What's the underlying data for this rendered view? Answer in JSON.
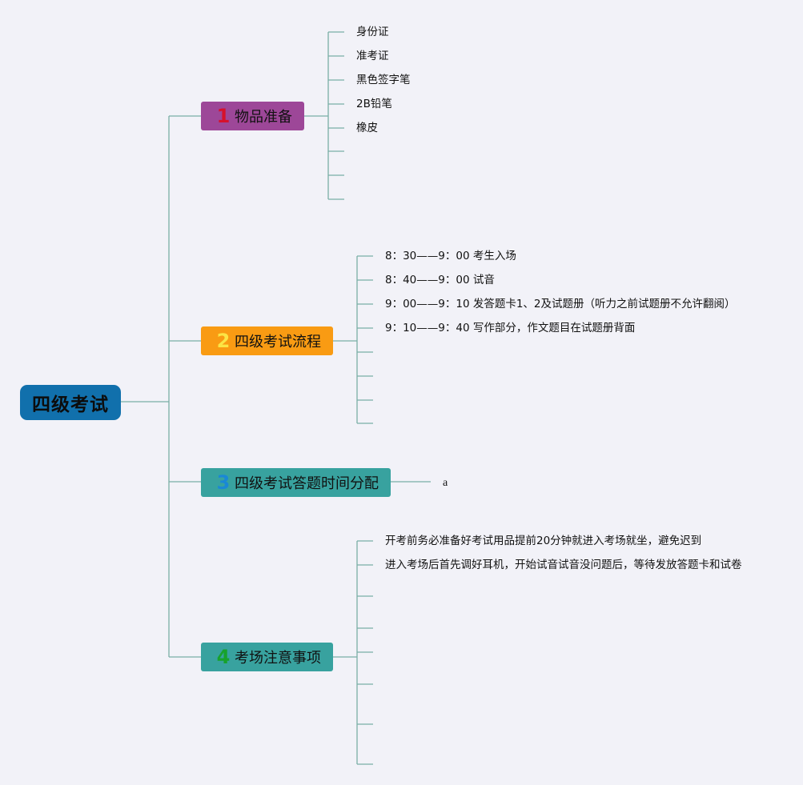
{
  "root": {
    "label": "四级考试"
  },
  "topics": [
    {
      "num": "1",
      "label": "物品准备",
      "children": [
        "身份证",
        "准考证",
        "黑色签字笔",
        "2B铅笔",
        "橡皮"
      ]
    },
    {
      "num": "2",
      "label": "四级考试流程",
      "children": [
        "8：30——9：00 考生入场",
        "8：40——9：00 试音",
        "9：00——9：10 发答题卡1、2及试题册（听力之前试题册不允许翻阅）",
        "9：10——9：40 写作部分，作文题目在试题册背面"
      ]
    },
    {
      "num": "3",
      "label": "四级考试答题时间分配",
      "children": [
        "a"
      ]
    },
    {
      "num": "4",
      "label": "考场注意事项",
      "children": [
        "开考前务必准备好考试用品提前20分钟就进入考场就坐，避免迟到",
        "进入考场后首先调好耳机，开始试音试音没问题后，等待发放答题卡和试卷"
      ]
    }
  ],
  "colors": {
    "root": "#1170ac",
    "topic1": "#9d4798",
    "topic2": "#f99b13",
    "topic3": "#38a29f",
    "topic4": "#38a29f",
    "connector": "#7aaea6",
    "background": "#f2f2f8"
  }
}
